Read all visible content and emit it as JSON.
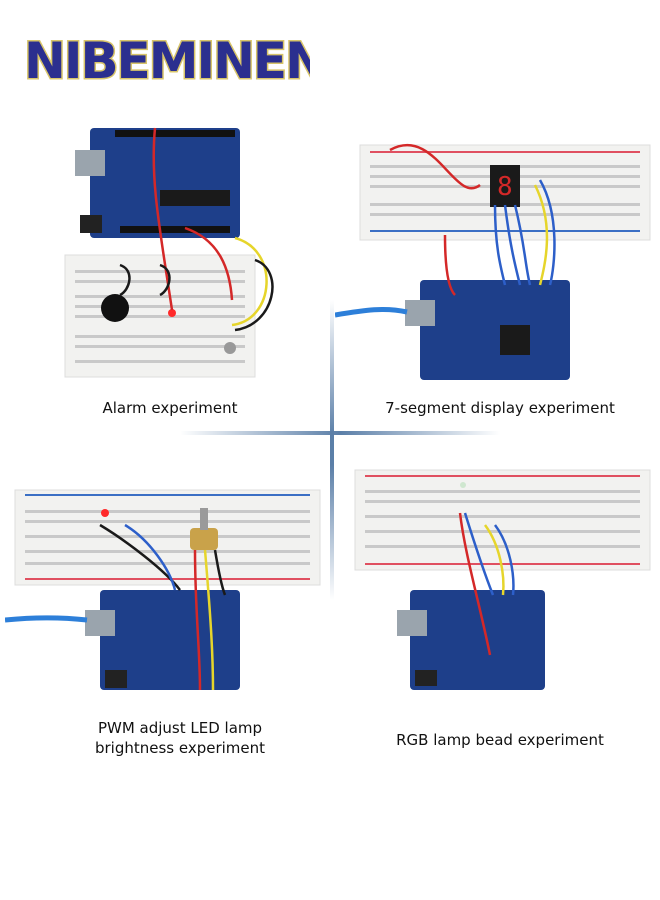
{
  "brand": {
    "logo_text": "NIBEMINENT",
    "logo_fill": "#2b2f8f",
    "logo_outline": "#d8c56a"
  },
  "captions": {
    "alarm": "Alarm experiment",
    "seven_segment": "7-segment display experiment",
    "pwm_line1": "PWM adjust LED lamp",
    "pwm_line2": "brightness experiment",
    "rgb": "RGB lamp bead experiment"
  },
  "colors": {
    "board_blue": "#1e3f8a",
    "breadboard": "#f2f2f0",
    "rail_red": "#e05060",
    "rail_blue": "#3b6fc4",
    "wire_red": "#d42828",
    "wire_blue": "#2d5fc9",
    "wire_yellow": "#e6d52b",
    "wire_black": "#1a1a1a"
  }
}
